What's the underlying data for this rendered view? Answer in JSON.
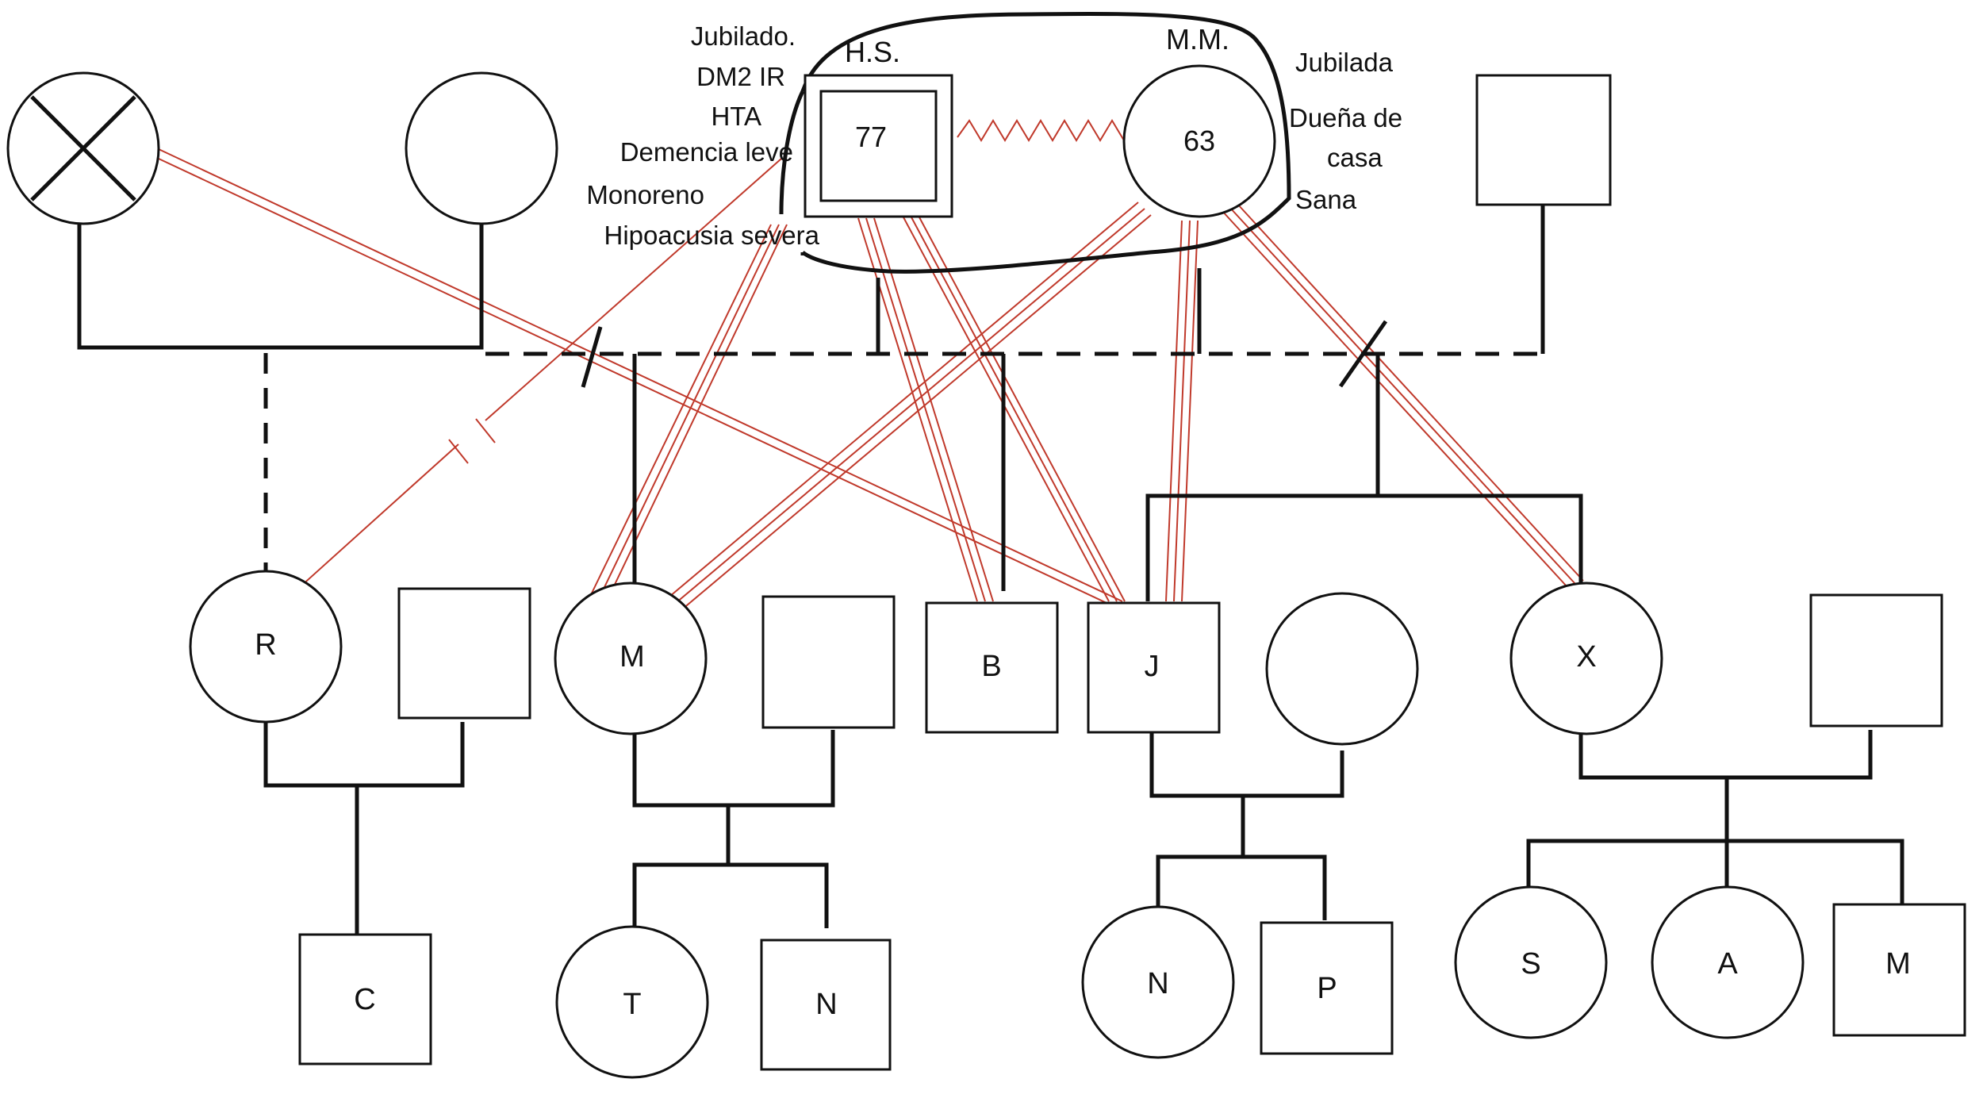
{
  "colors": {
    "structure": "#111111",
    "relation": "#c0392b",
    "background": "#ffffff"
  },
  "persons": {
    "deceased_grandfather": {
      "label": ""
    },
    "grandmother": {
      "label": ""
    },
    "index_father": {
      "label": "77",
      "header": "H.S."
    },
    "index_mother": {
      "label": "63",
      "header": "M.M."
    },
    "stepfather": {
      "label": ""
    },
    "r": {
      "label": "R"
    },
    "r_partner": {
      "label": ""
    },
    "m": {
      "label": "M"
    },
    "m_partner": {
      "label": ""
    },
    "b": {
      "label": "B"
    },
    "j": {
      "label": "J"
    },
    "j_partner": {
      "label": ""
    },
    "x": {
      "label": "X"
    },
    "x_partner": {
      "label": ""
    },
    "c": {
      "label": "C"
    },
    "t": {
      "label": "T"
    },
    "n1": {
      "label": "N"
    },
    "n2": {
      "label": "N"
    },
    "p": {
      "label": "P"
    },
    "s": {
      "label": "S"
    },
    "a": {
      "label": "A"
    },
    "m2": {
      "label": "M"
    }
  },
  "father_notes": [
    "Jubilado.",
    "DM2 IR",
    "HTA",
    "Demencia leve",
    "Monoreno",
    "Hipoacusia severa"
  ],
  "mother_notes": [
    "Jubilada",
    "Dueña de",
    "casa",
    "Sana"
  ]
}
